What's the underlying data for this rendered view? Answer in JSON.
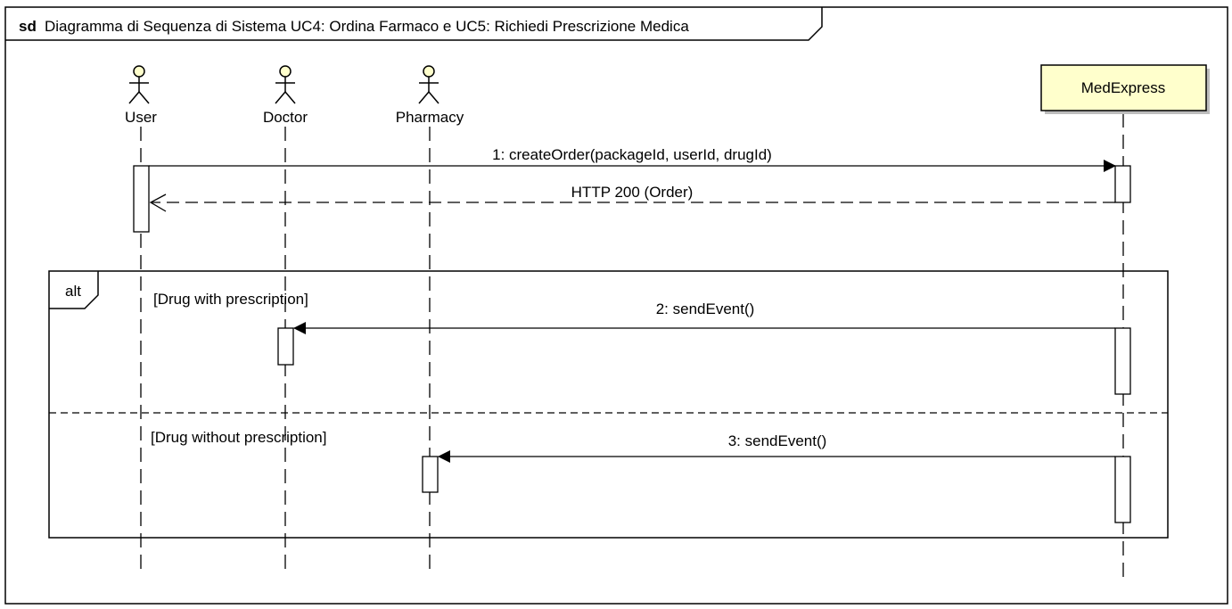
{
  "frame": {
    "keyword": "sd",
    "title": "Diagramma di Sequenza di Sistema UC4: Ordina Farmaco e UC5: Richiedi Prescrizione Medica"
  },
  "actors": [
    {
      "id": "user",
      "label": "User"
    },
    {
      "id": "doctor",
      "label": "Doctor"
    },
    {
      "id": "pharmacy",
      "label": "Pharmacy"
    }
  ],
  "system": {
    "label": "MedExpress",
    "fill": "#ffffcc"
  },
  "colors": {
    "actor_head": "#ffffcc",
    "line": "#000000"
  },
  "messages": [
    {
      "id": "m1",
      "label": "1: createOrder(packageId, userId, drugId)",
      "from": "User",
      "to": "MedExpress",
      "style": "sync"
    },
    {
      "id": "m2",
      "label": "HTTP 200 (Order)",
      "from": "MedExpress",
      "to": "User",
      "style": "reply"
    },
    {
      "id": "m3",
      "label": "2: sendEvent()",
      "from": "MedExpress",
      "to": "Doctor",
      "style": "sync"
    },
    {
      "id": "m4",
      "label": "3: sendEvent()",
      "from": "MedExpress",
      "to": "Pharmacy",
      "style": "sync"
    }
  ],
  "fragment": {
    "operator": "alt",
    "guards": [
      "[Drug with prescription]",
      "[Drug without prescription]"
    ]
  }
}
